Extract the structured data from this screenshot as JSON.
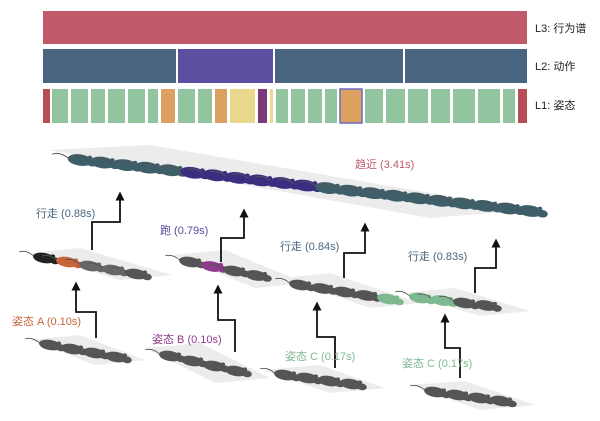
{
  "levels": {
    "l3": "L3: 行为谱",
    "l2": "L2: 动作",
    "l1": "L1: 姿态"
  },
  "behavior": {
    "label": "趋近 (3.41s)",
    "color": "#c05a6a"
  },
  "actions": [
    {
      "label": "行走 (0.88s)",
      "color": "#4a6580"
    },
    {
      "label": "跑 (0.79s)",
      "color": "#5a4a9a"
    },
    {
      "label": "行走 (0.84s)",
      "color": "#4a6580"
    },
    {
      "label": "行走 (0.83s)",
      "color": "#4a6580"
    }
  ],
  "postures": [
    {
      "label": "姿态 A (0.10s)",
      "color": "#c8643a"
    },
    {
      "label": "姿态 B (0.10s)",
      "color": "#8e3a8e"
    },
    {
      "label": "姿态 C (0.17s)",
      "color": "#7db88f"
    },
    {
      "label": "姿态 C (0.17s)",
      "color": "#7db88f"
    }
  ],
  "palette": {
    "l3": "#c05a6a",
    "l2_walk": "#4a6580",
    "l2_run": "#5a4fa0",
    "l1_green": "#92c4a0",
    "l1_red": "#b84e55",
    "l1_orange": "#dca060",
    "l1_yellow": "#ead88e",
    "l1_purple": "#7a3a7a",
    "mouse_dark": "#555555",
    "mouse_teal": "#3e5e6a",
    "mouse_navy": "#3a2e80"
  }
}
